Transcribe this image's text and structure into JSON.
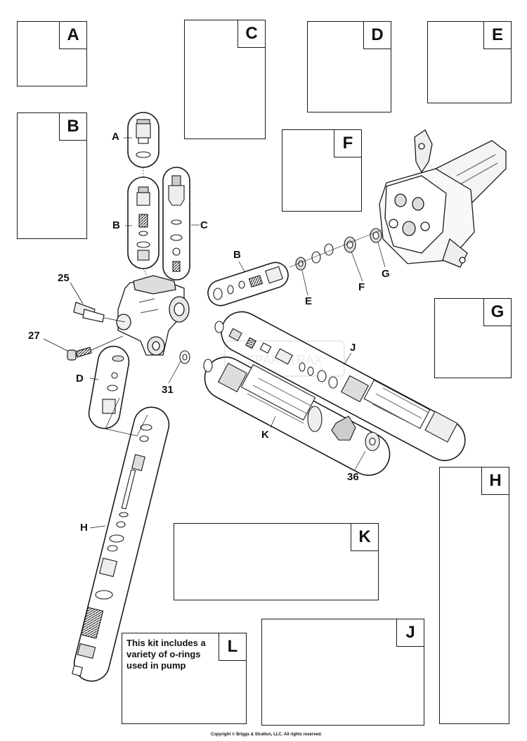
{
  "kits": {
    "A": "A",
    "B": "B",
    "C": "C",
    "D": "D",
    "E": "E",
    "F": "F",
    "G": "G",
    "H": "H",
    "J": "J",
    "K": "K",
    "L": "L"
  },
  "callouts": {
    "a": "A",
    "b_left": "B",
    "c": "C",
    "b_mid": "B",
    "e": "E",
    "f": "F",
    "g": "G",
    "j": "J",
    "k": "K",
    "d": "D",
    "h": "H",
    "n25": "25",
    "n27": "27",
    "n31": "31",
    "n36": "36"
  },
  "kit_l_note": "This kit includes a variety of o-rings used in pump",
  "watermark": "SPARETRAX",
  "copyright": "Copyright © Briggs & Stratton, LLC. All rights reserved."
}
